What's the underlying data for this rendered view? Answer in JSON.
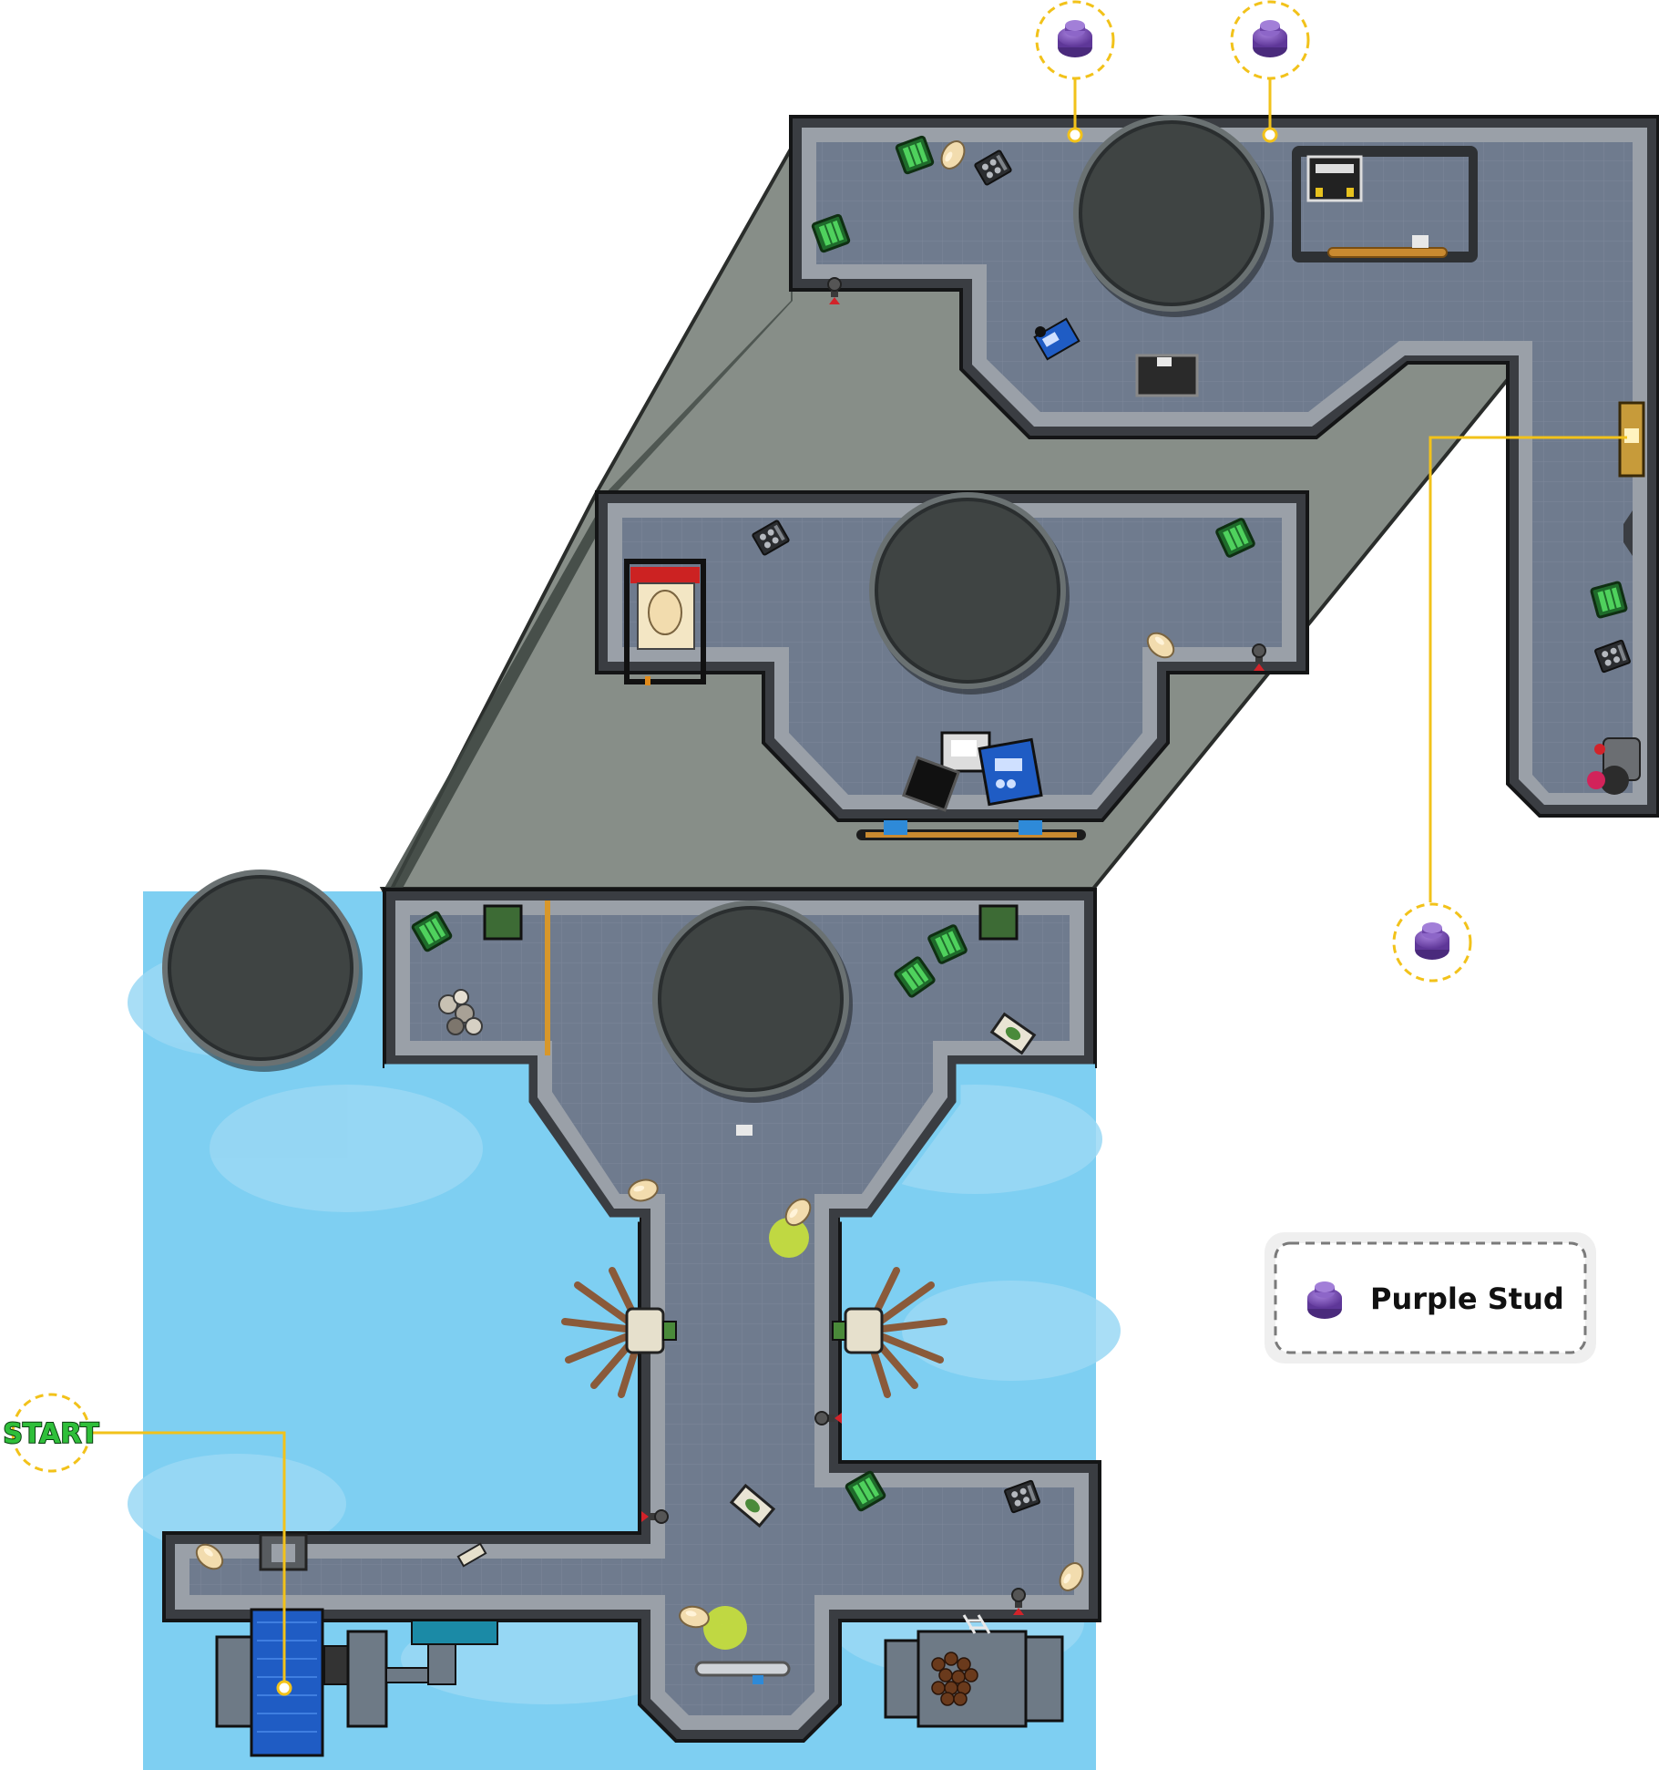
{
  "map": {
    "start_label": "START",
    "legend": {
      "items": [
        {
          "icon": "purple-stud-icon",
          "label": "Purple Stud",
          "color": "#7b4fb5"
        }
      ]
    },
    "collectibles": [
      {
        "type": "purple-stud",
        "count": 3
      }
    ],
    "colors": {
      "floor": "#6f7b8e",
      "wall": "#3a3d42",
      "wall_inner": "#9aa0a8",
      "void": "#878e88",
      "water": "#7ecff2",
      "water_cloud": "#a3ddf6",
      "tank": "#3f4443",
      "route_line": "#f2c21a",
      "stud": "#7b4fb5",
      "start_green": "#2fbf3a",
      "highlight": "#c9e23a"
    }
  }
}
